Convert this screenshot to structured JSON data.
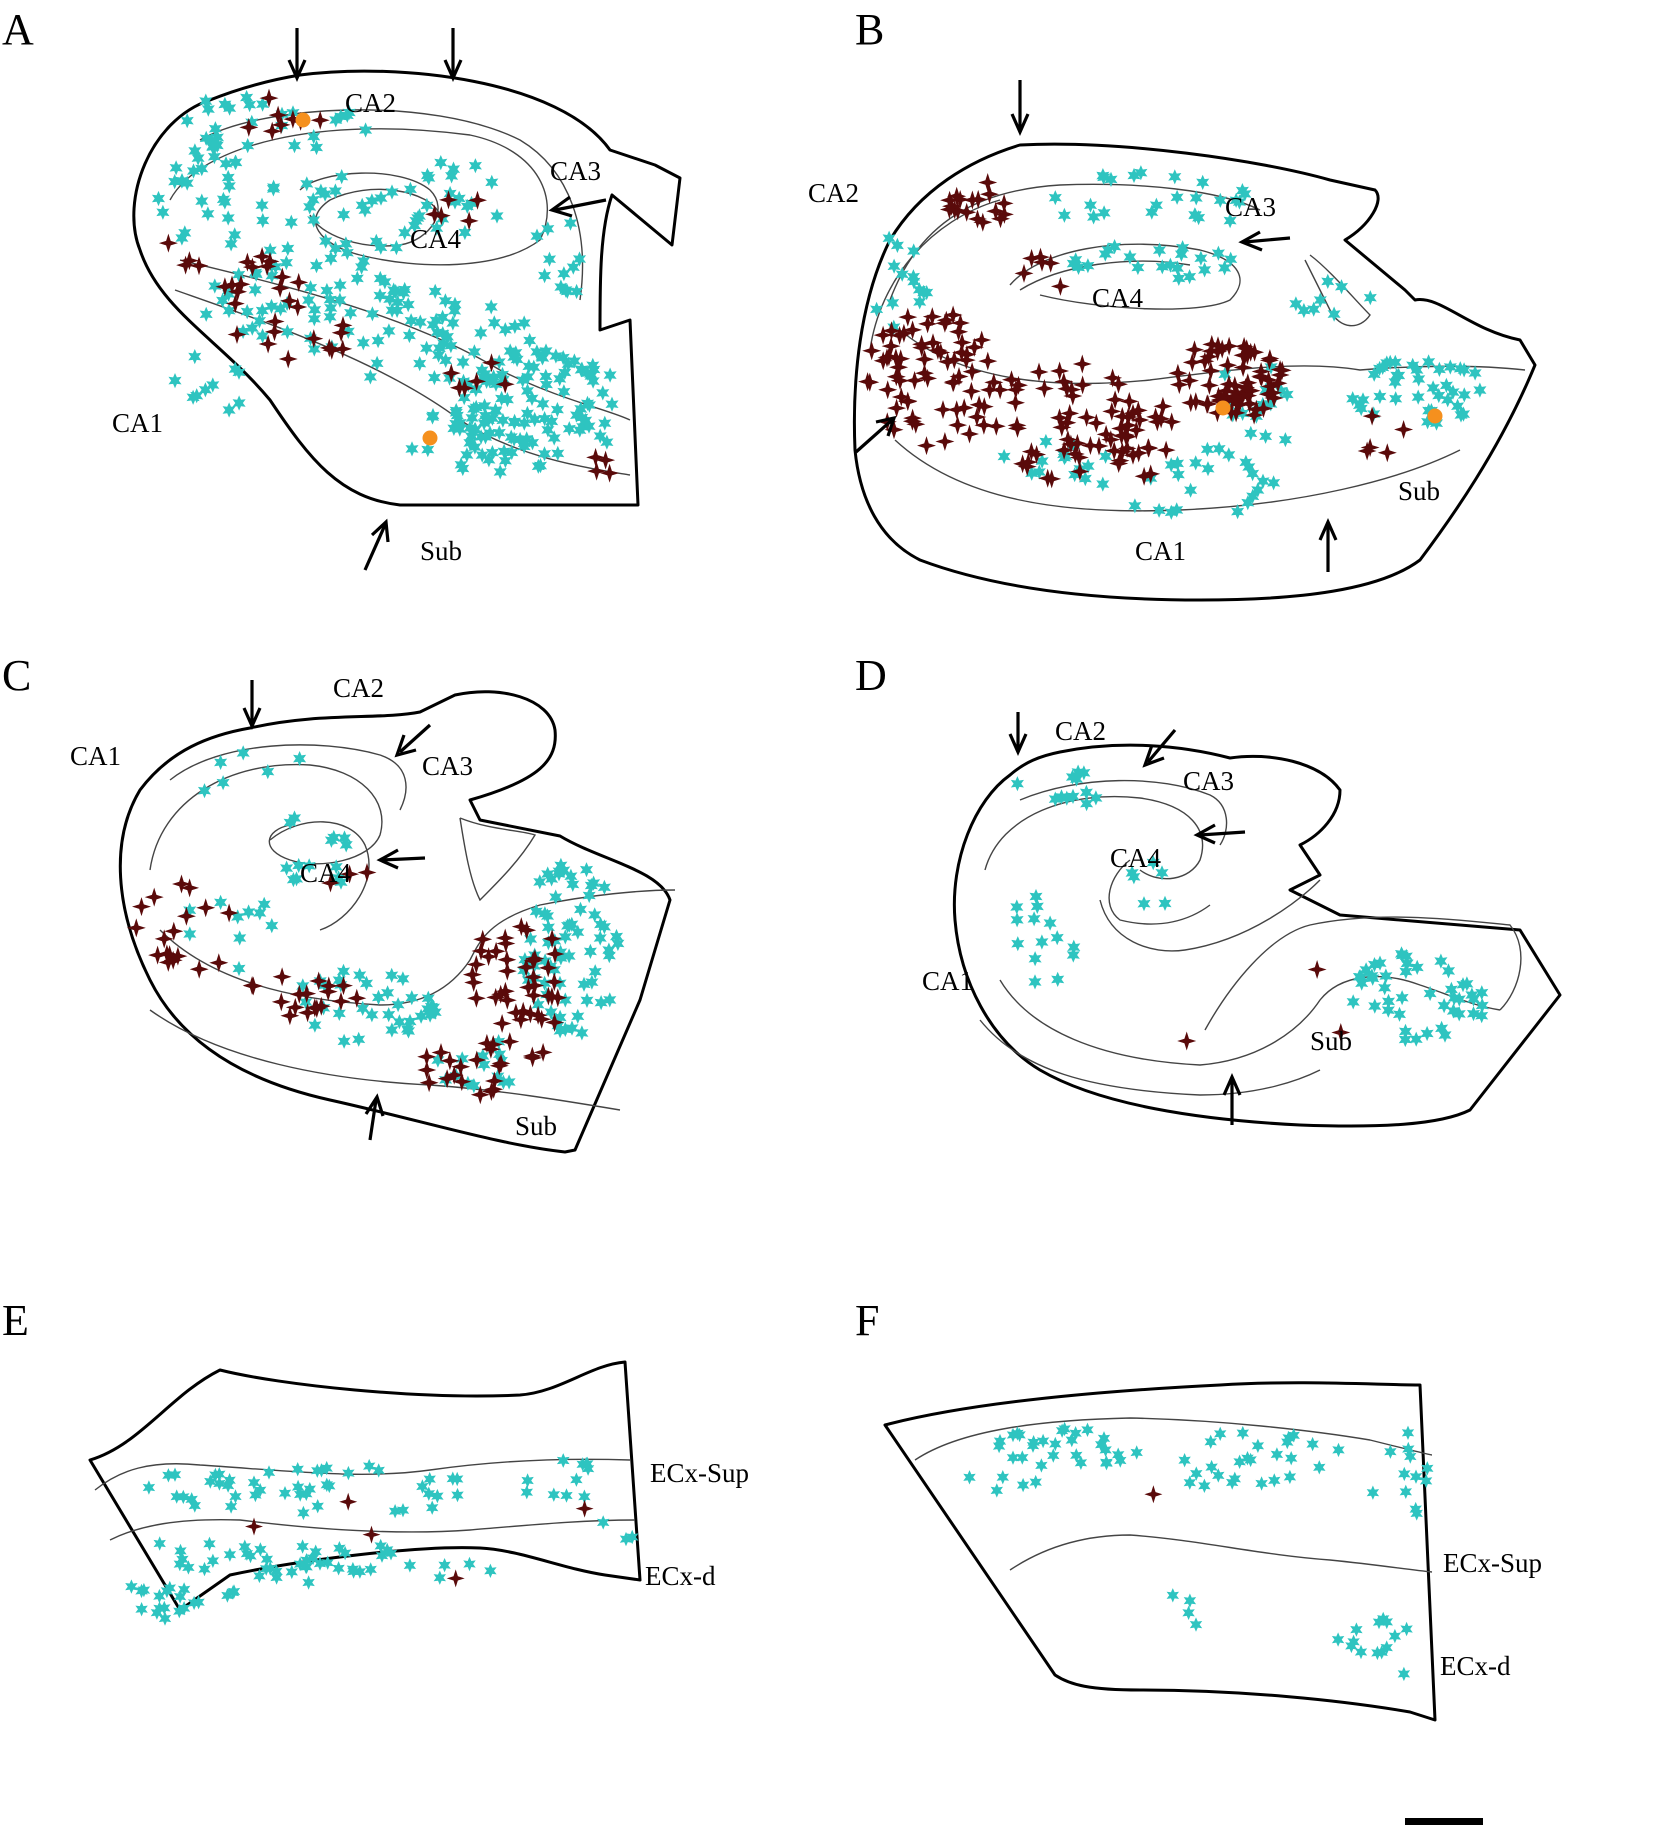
{
  "colors": {
    "marker_a": "#2ec4c0",
    "marker_b": "#5a0a0a",
    "marker_c": "#f5901e",
    "outline": "#000000"
  },
  "panels": {
    "A": {
      "letter": "A",
      "labels": {
        "ca2": "CA2",
        "ca3": "CA3",
        "ca4": "CA4",
        "ca1": "CA1",
        "sub": "Sub"
      }
    },
    "B": {
      "letter": "B",
      "labels": {
        "ca2": "CA2",
        "ca3": "CA3",
        "ca4": "CA4",
        "ca1": "CA1",
        "sub": "Sub"
      }
    },
    "C": {
      "letter": "C",
      "labels": {
        "ca1": "CA1",
        "ca2": "CA2",
        "ca3": "CA3",
        "ca4": "CA4",
        "sub": "Sub"
      }
    },
    "D": {
      "letter": "D",
      "labels": {
        "ca2": "CA2",
        "ca3": "CA3",
        "ca4": "CA4",
        "ca1": "CA1",
        "sub": "Sub"
      }
    },
    "E": {
      "letter": "E",
      "labels": {
        "sup": "ECx-Sup",
        "deep": "ECx-d"
      }
    },
    "F": {
      "letter": "F",
      "labels": {
        "sup": "ECx-Sup",
        "deep": "ECx-d"
      }
    }
  }
}
